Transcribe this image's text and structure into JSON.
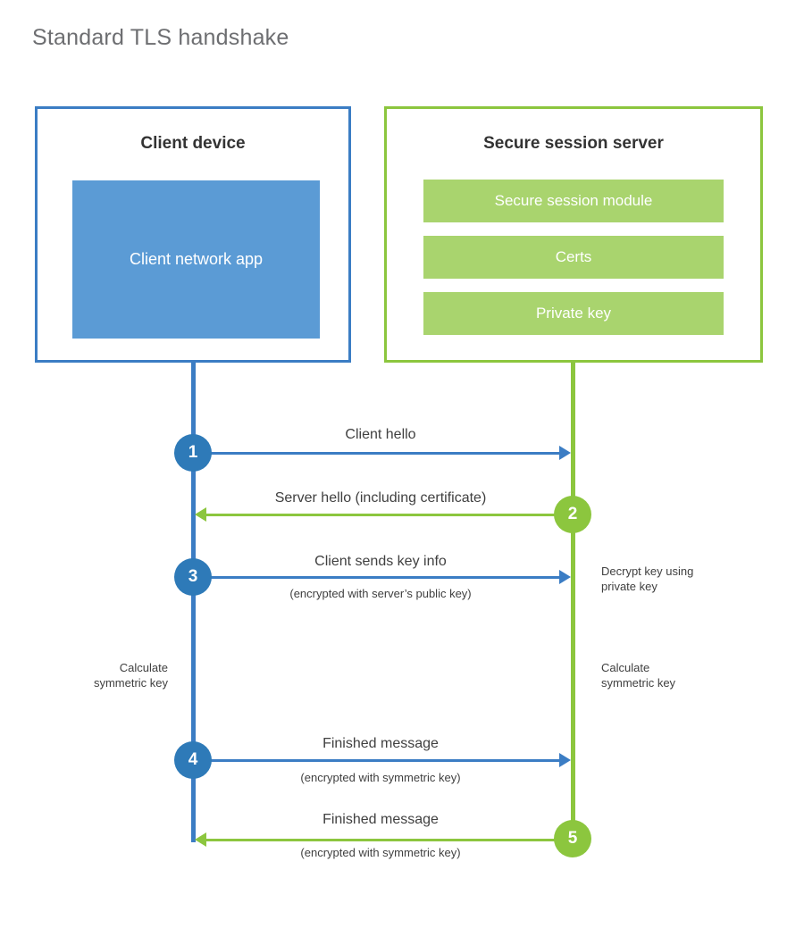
{
  "page": {
    "title": "Standard TLS handshake",
    "background": "#ffffff"
  },
  "colors": {
    "client_border": "#3b7dc4",
    "client_fill": "#5b9bd5",
    "client_accent": "#2e7ab8",
    "server_border": "#8cc63e",
    "server_fill": "#a9d46e",
    "server_accent": "#8cc63e",
    "title_text": "#6d6e71",
    "body_text": "#404040",
    "heading_text": "#333333"
  },
  "client": {
    "title": "Client device",
    "app_label": "Client network app"
  },
  "server": {
    "title": "Secure session server",
    "components": [
      {
        "label": "Secure session module"
      },
      {
        "label": "Certs"
      },
      {
        "label": "Private key"
      }
    ]
  },
  "steps": [
    {
      "number": "1",
      "label": "Client hello",
      "sub": "",
      "direction": "client-to-server",
      "color": "blue"
    },
    {
      "number": "2",
      "label": "Server hello (including certificate)",
      "sub": "",
      "direction": "server-to-client",
      "color": "green"
    },
    {
      "number": "3",
      "label": "Client sends key info",
      "sub": "(encrypted with server’s public key)",
      "direction": "client-to-server",
      "color": "blue"
    },
    {
      "number": "4",
      "label": "Finished message",
      "sub": "(encrypted with symmetric key)",
      "direction": "client-to-server",
      "color": "blue"
    },
    {
      "number": "5",
      "label": "Finished message",
      "sub": "(encrypted with symmetric key)",
      "direction": "server-to-client",
      "color": "green"
    }
  ],
  "annotations": {
    "decrypt_key": "Decrypt key using\nprivate key",
    "calculate_symmetric_key_client": "Calculate\nsymmetric key",
    "calculate_symmetric_key_server": "Calculate\nsymmetric key"
  }
}
